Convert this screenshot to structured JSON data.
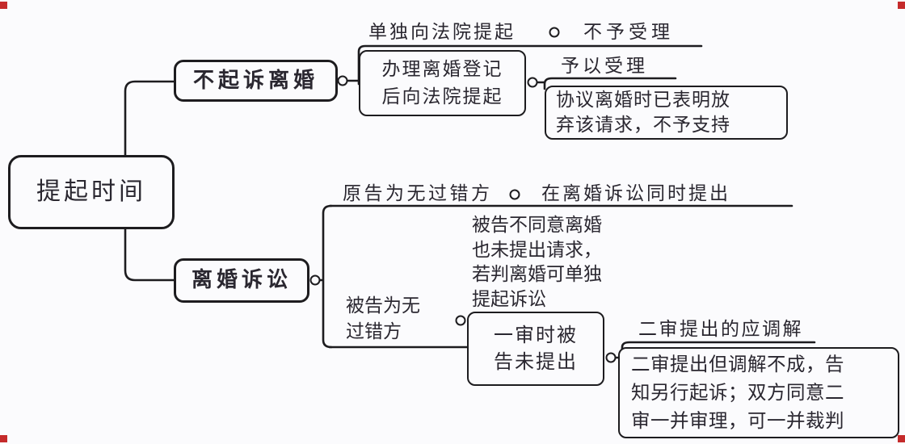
{
  "title": "提起时间思维导图",
  "colors": {
    "ink": "#2a2730",
    "line": "#1d1c1f",
    "bg": "#fbfbfd",
    "corner_mark": "#c52b2b"
  },
  "icons": {
    "branch_connector": "small-open-circle"
  },
  "nodes": {
    "root": "提起时间",
    "branch1": "不起诉离婚",
    "b1_alone": "单独向法院提起",
    "b1_alone_result": "不予受理",
    "register": {
      "line1": "办理离婚登记",
      "line2": "后向法院提起"
    },
    "register_accept": "予以受理",
    "register_reject": {
      "line1": "协议离婚时已表明放",
      "line2": "弃该请求，不予支持"
    },
    "branch2": "离婚诉讼",
    "b2_plaintiff": "原告为无过错方",
    "b2_plaintiff_result": "在离婚诉讼同时提出",
    "defendant": {
      "line1": "被告为无",
      "line2": "过错方"
    },
    "defendant_note": {
      "line1": "被告不同意离婚",
      "line2": "也未提出请求，",
      "line3": "若判离婚可单独",
      "line4": "提起诉讼"
    },
    "first_trial": {
      "line1": "一审时被",
      "line2": "告未提出"
    },
    "second_trial_mediate": "二审提出的应调解",
    "second_trial_fail": {
      "line1": "二审提出但调解不成，告",
      "line2": "知另行起诉；双方同意二",
      "line3": "审一并审理，可一并裁判"
    }
  }
}
